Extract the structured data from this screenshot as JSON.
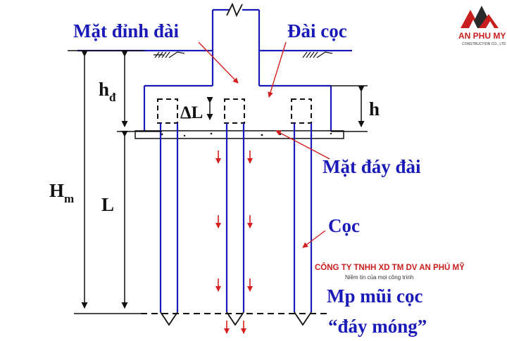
{
  "labels": {
    "mat_dinh_dai": "Mặt đỉnh đài",
    "dai_coc": "Đài cọc",
    "mat_day_dai": "Mặt đáy đài",
    "coc": "Cọc",
    "mp_mui_coc": "Mp mũi cọc",
    "day_mong": "“đáy móng”",
    "h_d_main": "h",
    "h_d_sub": "đ",
    "delta_l": "ΔL",
    "h": "h",
    "h_m_main": "H",
    "h_m_sub": "m",
    "l": "L"
  },
  "logo": {
    "brand": "AN PHU MY",
    "subtitle": "CONSTRUCTION CO., LTD"
  },
  "watermark": {
    "company": "CÔNG TY TNHH XD TM DV AN PHÚ MỸ",
    "slogan": "Niềm tin của mọi công trình"
  },
  "colors": {
    "structure": "#1a1ab8",
    "dimension": "#111111",
    "arrow": "#d42020",
    "company": "#c81e1e"
  }
}
